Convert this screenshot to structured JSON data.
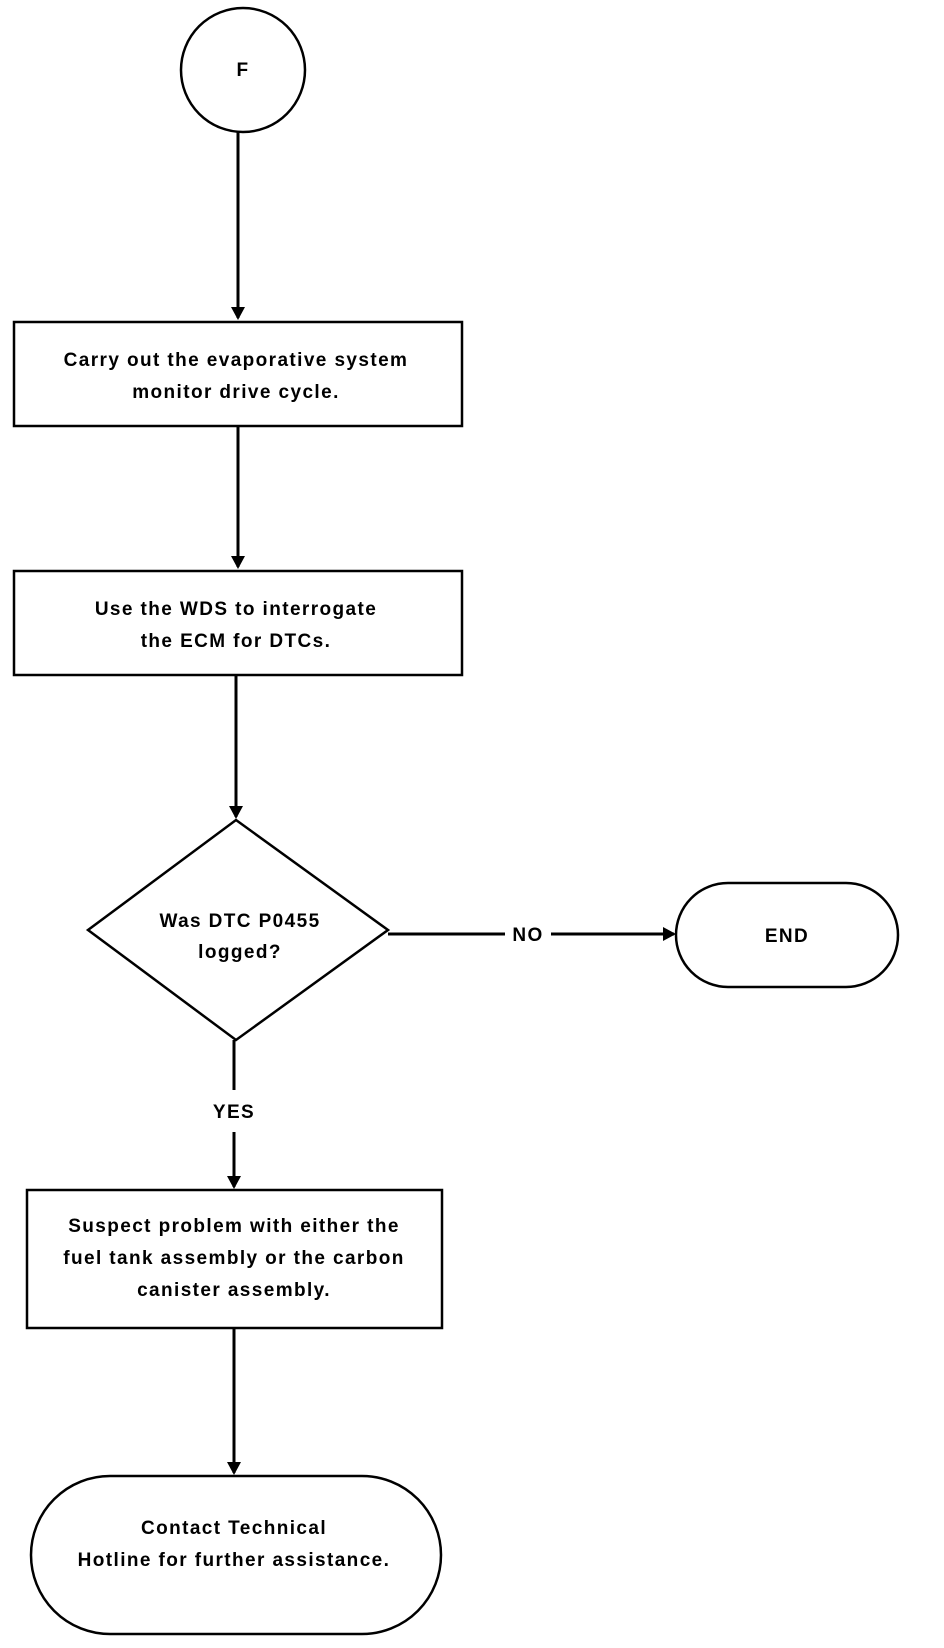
{
  "connector": {
    "label": "F"
  },
  "steps": {
    "step1": {
      "line1": "Carry out the evaporative system",
      "line2": "monitor drive cycle."
    },
    "step2": {
      "line1": "Use the WDS to interrogate",
      "line2": "the ECM for DTCs."
    },
    "decision": {
      "line1": "Was DTC P0455",
      "line2": "logged?"
    },
    "step3": {
      "line1": "Suspect problem with either the",
      "line2": "fuel tank assembly or the carbon",
      "line3": "canister assembly."
    },
    "end_right": {
      "label": "END"
    },
    "end_bottom": {
      "line1": "Contact Technical",
      "line2": "Hotline for further assistance."
    }
  },
  "branches": {
    "no_label": "NO",
    "yes_label": "YES"
  }
}
